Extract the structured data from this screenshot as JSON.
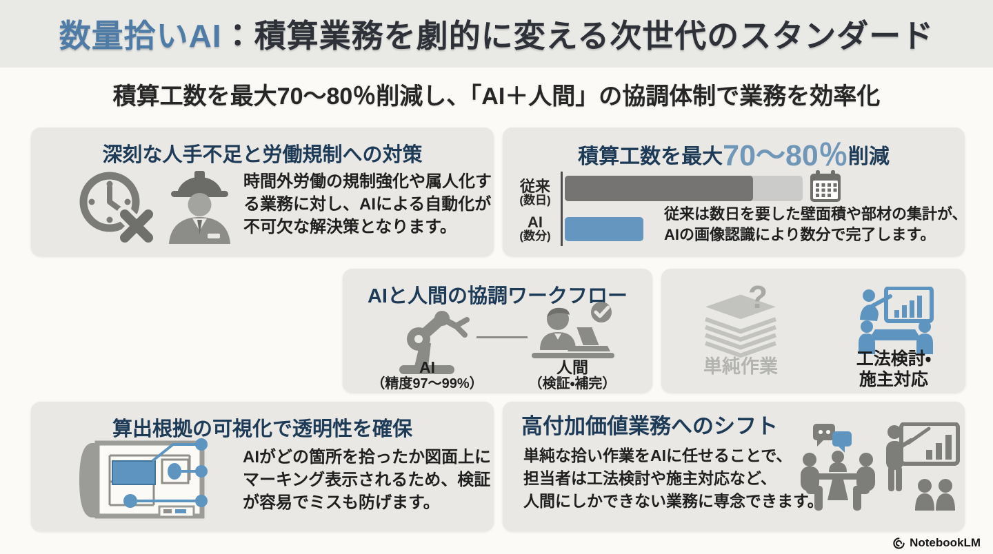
{
  "header": {
    "title_accent": "数量拾いAI",
    "title_rest": "：積算業務を劇的に変える次世代のスタンダード"
  },
  "subtitle": "積算工数を最大70〜80％削減し、「AI＋人間」の協調体制で業務を効率化",
  "cards": {
    "labor": {
      "title": "深刻な人手不足と労働規制への対策",
      "body_lines": [
        "時間外労働の規制強化や属人化す",
        "る業務に対し、AIによる自動化が",
        "不可欠な解決策となります。"
      ]
    },
    "reduction": {
      "title_prefix": "積算工数を最大",
      "title_number": "70〜80％",
      "title_suffix": "削減",
      "rows": [
        {
          "label": "従来",
          "sublabel": "(数日)"
        },
        {
          "label": "AI",
          "sublabel": "(数分)"
        }
      ],
      "body_lines": [
        "従来は数日を要した壁面積や部材の集計が、",
        "AIの画像認識により数分で完了します。"
      ]
    },
    "workflow": {
      "title": "AIと人間の協調ワークフロー",
      "ai_label": "AI",
      "ai_sublabel": "（精度97〜99%）",
      "human_label": "人間",
      "human_sublabel": "（検証・補完）"
    },
    "task_shift": {
      "question_mark": "?",
      "simple_label": "単純作業",
      "value_label_line1": "工法検討・",
      "value_label_line2": "施主対応"
    },
    "transparency": {
      "title": "算出根拠の可視化で透明性を確保",
      "body_lines": [
        "AIがどの箇所を拾ったか図面上に",
        "マーキング表示されるため、検証",
        "が容易でミスも防げます。"
      ]
    },
    "high_value": {
      "title": "高付加価値業務へのシフト",
      "body_lines": [
        "単純な拾い作業をAIに任せることで、",
        "担当者は工法検討や施主対応など、",
        "人間にしかできない業務に専念できます。"
      ]
    }
  },
  "chart_data": {
    "type": "bar",
    "orientation": "horizontal",
    "title": "積算工数を最大70〜80％削減",
    "categories": [
      "従来 (数日)",
      "AI (数分)"
    ],
    "duration_labels": [
      "数日",
      "数分"
    ],
    "bar_length_percent": [
      100,
      33
    ],
    "segments_conventional": [
      {
        "color": "#767472",
        "percent": 79
      },
      {
        "color": "#cbcbc9",
        "percent": 21
      }
    ],
    "colors": {
      "conventional": "#767472",
      "ai": "#6496c0"
    },
    "legend": "none",
    "render": {
      "conventional_dark_width": "79%",
      "ai_bar_width": "33%"
    }
  },
  "colors": {
    "band": "#e9e9e6",
    "page_background": "#fbfaf6",
    "card_background": "#e9e8e4",
    "navy_heading": "#1d3a57",
    "accent_blue": "#4e7ca6",
    "number_blue": "#7097b8",
    "bar_blue": "#6496c0",
    "bar_dark_gray": "#767472",
    "bar_light_gray": "#cbcbc9",
    "icon_gray": "#7d7d79",
    "disabled_gray": "#b3b3af"
  },
  "footer": {
    "brand": "NotebookLM"
  }
}
